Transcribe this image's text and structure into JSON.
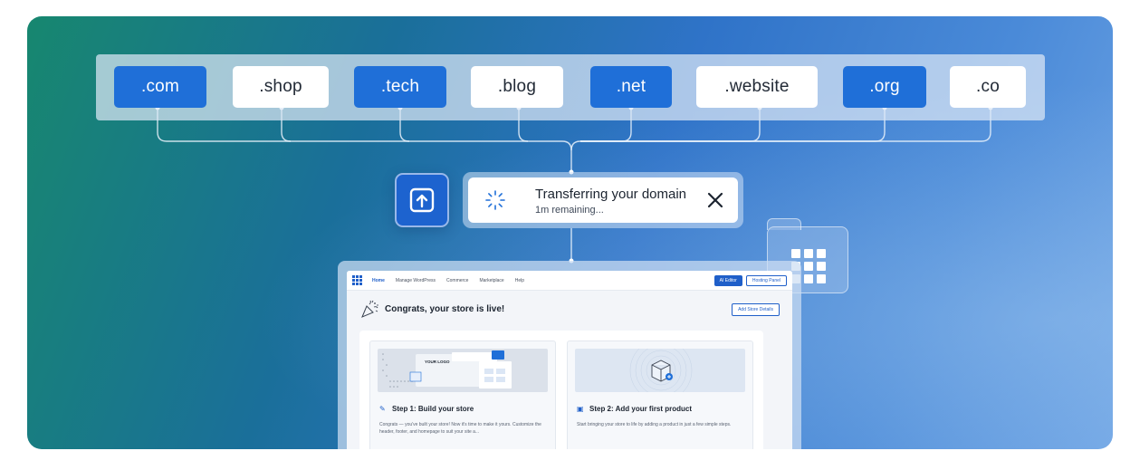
{
  "tlds": [
    {
      "label": ".com",
      "style": "blue"
    },
    {
      "label": ".shop",
      "style": "white"
    },
    {
      "label": ".tech",
      "style": "blue"
    },
    {
      "label": ".blog",
      "style": "white"
    },
    {
      "label": ".net",
      "style": "blue"
    },
    {
      "label": ".website",
      "style": "white"
    },
    {
      "label": ".org",
      "style": "blue"
    },
    {
      "label": ".co",
      "style": "white"
    }
  ],
  "transfer": {
    "title": "Transferring your domain",
    "subtitle": "1m remaining...",
    "spinner_icon": "loading-spinner-icon",
    "close_icon": "close-icon"
  },
  "upload_icon": "upload-tile-icon",
  "folder_icon": "apps-grid-icon",
  "app": {
    "nav": [
      "Home",
      "Manage WordPress",
      "Commerce",
      "Marketplace",
      "Help"
    ],
    "ai_editor": "AI Editor",
    "hosting_panel": "Hosting Panel",
    "congrats_title": "Congrats, your store is live!",
    "add_store_details": "Add Store Details",
    "logo_text": "YOUR LOGO",
    "step1_title": "Step 1: Build your store",
    "step1_text": "Congrats — you've built your store! Now it's time to make it yours. Customize the header, footer, and homepage to suit your site a...",
    "step2_title": "Step 2: Add your first product",
    "step2_text": "Start bringing your store to life by adding a product in just a few simple steps."
  },
  "colors": {
    "accent_blue": "#1f6fd8",
    "tile_blue": "#1d63cf",
    "hero_start": "#17876f",
    "hero_end": "#6da3e4"
  }
}
